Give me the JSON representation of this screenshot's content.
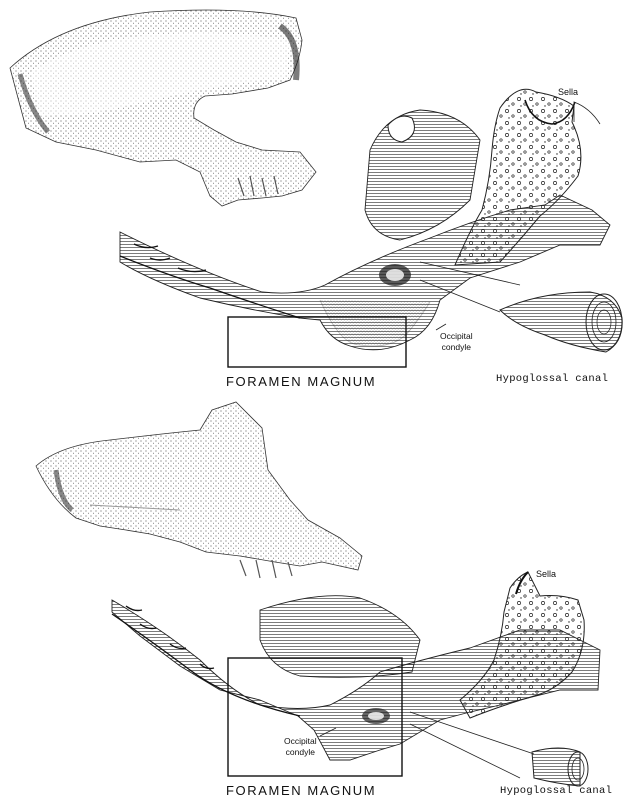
{
  "panels": [
    {
      "sella_label": "Sella",
      "condyle_label_line1": "Occipital",
      "condyle_label_line2": "condyle",
      "foramen_caption": "FORAMEN MAGNUM",
      "canal_caption": "Hypoglossal canal"
    },
    {
      "sella_label": "Sella",
      "condyle_label_line1": "Occipital",
      "condyle_label_line2": "condyle",
      "foramen_caption": "FORAMEN MAGNUM",
      "canal_caption": "Hypoglossal canal"
    }
  ]
}
